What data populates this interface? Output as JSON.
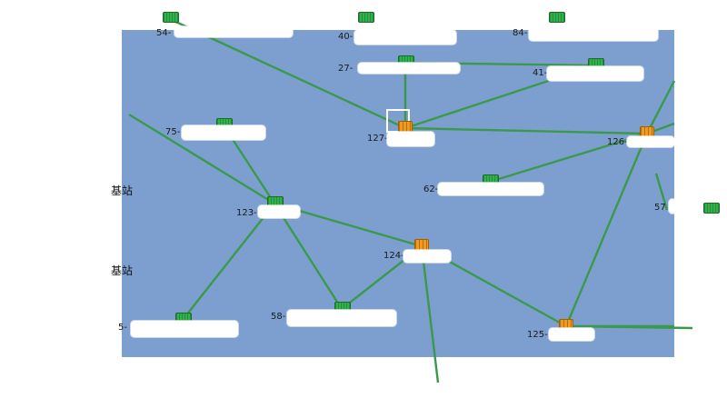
{
  "colors": {
    "map_background": "#7c9fcf",
    "edge": "#3b9a4a",
    "node_green": "#2fb24a",
    "node_orange": "#f39a1c",
    "selection": "#ffffff"
  },
  "nodes": [
    {
      "id": "n54",
      "label": "54-",
      "type": "green-node-icon"
    },
    {
      "id": "n40",
      "label": "40-",
      "type": "green-node-icon"
    },
    {
      "id": "n84",
      "label": "84-",
      "type": "green-node-icon"
    },
    {
      "id": "n27",
      "label": "27-",
      "type": "green-node-icon"
    },
    {
      "id": "n41",
      "label": "41-",
      "type": "green-node-icon"
    },
    {
      "id": "n127",
      "label": "127-",
      "type": "orange-node-icon",
      "selected": true
    },
    {
      "id": "n126",
      "label": "126-",
      "type": "orange-node-icon"
    },
    {
      "id": "n75",
      "label": "75-",
      "type": "green-node-icon"
    },
    {
      "id": "n62",
      "label": "62-",
      "type": "green-node-icon"
    },
    {
      "id": "n123",
      "label": "123-",
      "type": "green-node-icon"
    },
    {
      "id": "n57",
      "label": "57",
      "type": "green-node-icon"
    },
    {
      "id": "n124",
      "label": "124-",
      "type": "orange-node-icon"
    },
    {
      "id": "n58",
      "label": "58-",
      "type": "green-node-icon"
    },
    {
      "id": "n125",
      "label": "125-",
      "type": "orange-node-icon"
    },
    {
      "id": "n5",
      "label": "5-",
      "type": "green-node-icon"
    }
  ],
  "side_text": [
    "基站",
    "基站"
  ]
}
